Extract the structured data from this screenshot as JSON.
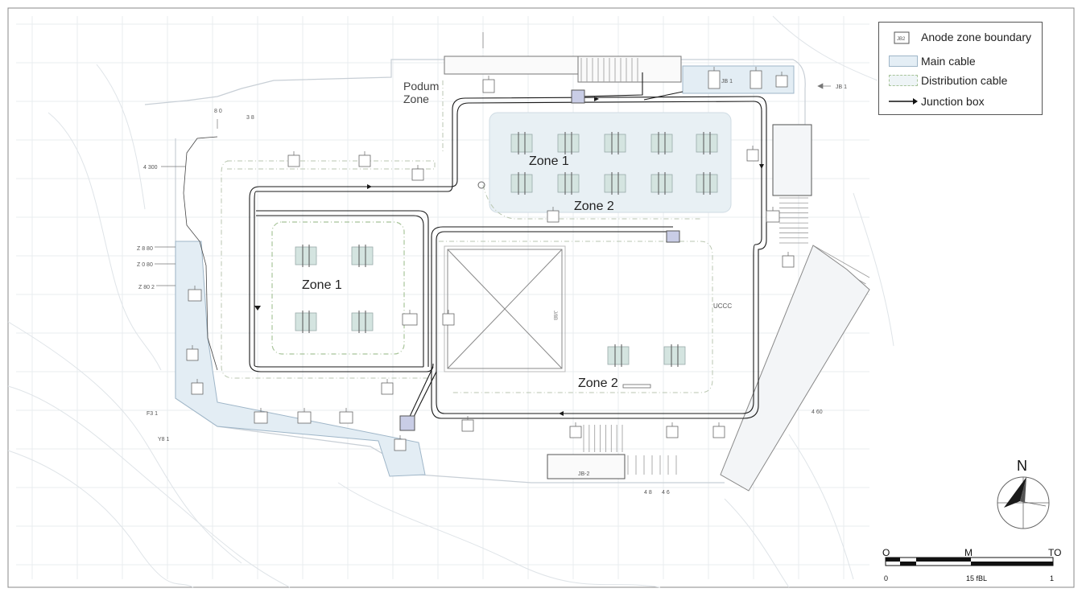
{
  "colors": {
    "paper": "#ffffff",
    "frame": "#555555",
    "cable": "#1a1a1a",
    "zone_fill": "#e4eef5",
    "zone_edge": "#9fb6c8",
    "dash_green": "#a8c49a",
    "grid": "#e6eaee",
    "jb_fill": "#c9cde6",
    "anode_fill": "#d4e4e0"
  },
  "legend": {
    "items": [
      {
        "label": "Anode zone boundary",
        "swatch": "anode-box-icon",
        "box_text": "JB2"
      },
      {
        "label": "Main cable",
        "swatch": "main-cable-swatch"
      },
      {
        "label": "Distribution cable",
        "swatch": "distribution-cable-swatch"
      },
      {
        "label": "Junction box",
        "swatch": "junction-arrow-icon"
      }
    ]
  },
  "labels": {
    "podium_line1": "Podum",
    "podium_line2": "Zone",
    "zone1_upper": "Zone 1",
    "zone2_upper": "Zone 2",
    "zone1_left": "Zone 1",
    "zone2_lower": "Zone 2",
    "jb1_ne": "JB 1",
    "jb1_arrow": "JB 1",
    "jb2_south": "JB-2",
    "uccc": "UCCC",
    "center_mark": "J/8B"
  },
  "compass": {
    "north": "N"
  },
  "scale_bar": {
    "top_left": "O",
    "top_mid": "M",
    "top_right": "TO",
    "bottom_left": "0",
    "bottom_mid": "15 fBL",
    "bottom_right": "1"
  },
  "minor_text": {
    "w1": "4 300",
    "w2": "Z 8 80",
    "w3": "Z 0 80",
    "w4": "Z 80 2",
    "sw1": "F3 1",
    "sw2": "Y8 1",
    "se1": "4 60",
    "s1": "4 8",
    "s2": "4 6",
    "n1": "8 0",
    "n2": "3 8"
  }
}
